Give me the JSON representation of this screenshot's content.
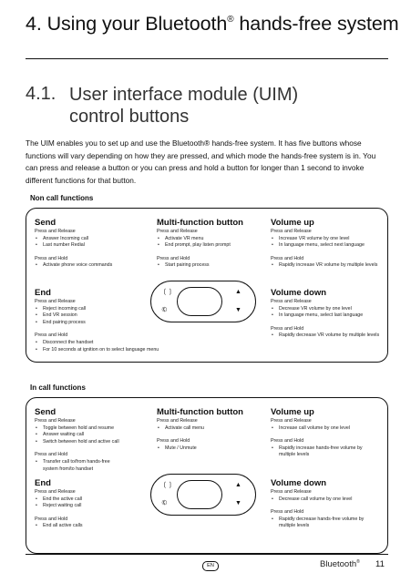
{
  "chapter": {
    "title_main": "4. Using your Bluetooth",
    "reg": "®",
    "title_rest": " hands-free system"
  },
  "section": {
    "number": "4.1.",
    "title": "User interface module (UIM) control buttons"
  },
  "intro": "The UIM enables you to set up and use the Bluetooth® hands-free system. It has five buttons whose functions will vary depending on how they are pressed, and which mode the hands-free system is in. You can press and release a button or you can press and hold a button for longer than 1 second to invoke different functions for that button.",
  "non_call": {
    "heading": "Non call functions",
    "send": {
      "title": "Send",
      "press_release": "Press and Release",
      "pr_items": [
        "Answer Incoming call",
        "Last number Redial"
      ],
      "press_hold": "Press and Hold",
      "ph_items": [
        "Activate phone voice commands"
      ]
    },
    "multi": {
      "title": "Multi-function button",
      "press_release": "Press and Release",
      "pr_items": [
        "Activate VR menu",
        "End prompt, play listen prompt"
      ],
      "press_hold": "Press and Hold",
      "ph_items": [
        "Start pairing process"
      ]
    },
    "volup": {
      "title": "Volume up",
      "press_release": "Press and Release",
      "pr_items": [
        "Increase VR volume by one level",
        "In language menu, select next language"
      ],
      "press_hold": "Press and Hold",
      "ph_items": [
        "Rapidly increase VR volume by multiple levels"
      ]
    },
    "end": {
      "title": "End",
      "press_release": "Press and Release",
      "pr_items": [
        "Reject incoming call",
        "End VR session",
        "End pairing process"
      ],
      "press_hold": "Press and Hold",
      "ph_items": [
        "Disconnect the handset",
        "For 10 seconds at ignition on to select language menu"
      ]
    },
    "voldown": {
      "title": "Volume down",
      "press_release": "Press and Release",
      "pr_items": [
        "Decrease VR volume by one level",
        "In language menu, select last language"
      ],
      "press_hold": "Press and Hold",
      "ph_items": [
        "Rapidly decrease VR volume by multiple levels"
      ]
    }
  },
  "in_call": {
    "heading": "In call functions",
    "send": {
      "title": "Send",
      "press_release": "Press and Release",
      "pr_items": [
        "Toggle between hold and resume",
        "Answer waiting call",
        "Switch between hold and active call"
      ],
      "press_hold": "Press and Hold",
      "ph_items": [
        "Transfer call to/from hands-free system from/to handset"
      ]
    },
    "multi": {
      "title": "Multi-function button",
      "press_release": "Press and Release",
      "pr_items": [
        "Activate call menu"
      ],
      "press_hold": "Press and Hold",
      "ph_items": [
        "Mute / Unmute"
      ]
    },
    "volup": {
      "title": "Volume up",
      "press_release": "Press and Release",
      "pr_items": [
        "Increase call volume by one level"
      ],
      "press_hold": "Press and Hold",
      "ph_items": [
        "Rapidly increase hands-free volume by multiple levels"
      ]
    },
    "end": {
      "title": "End",
      "press_release": "Press and Release",
      "pr_items": [
        "End the active call",
        "Reject waiting call"
      ],
      "press_hold": "Press and Hold",
      "ph_items": [
        "End all active calls"
      ]
    },
    "voldown": {
      "title": "Volume down",
      "press_release": "Press and Release",
      "pr_items": [
        "Decrease call volume by one level"
      ],
      "press_hold": "Press and Hold",
      "ph_items": [
        "Rapidly decrease hands-free volume by multiple levels"
      ]
    }
  },
  "uim_icons": {
    "send": "phone-answer-icon",
    "end": "phone-hangup-icon",
    "multi": "voice-recognition-icon",
    "volup": "volume-up-triangle-icon",
    "voldown": "volume-down-triangle-icon"
  },
  "footer": {
    "lang_badge": "EN",
    "brand": "Bluetooth",
    "reg": "®",
    "page": "11"
  }
}
